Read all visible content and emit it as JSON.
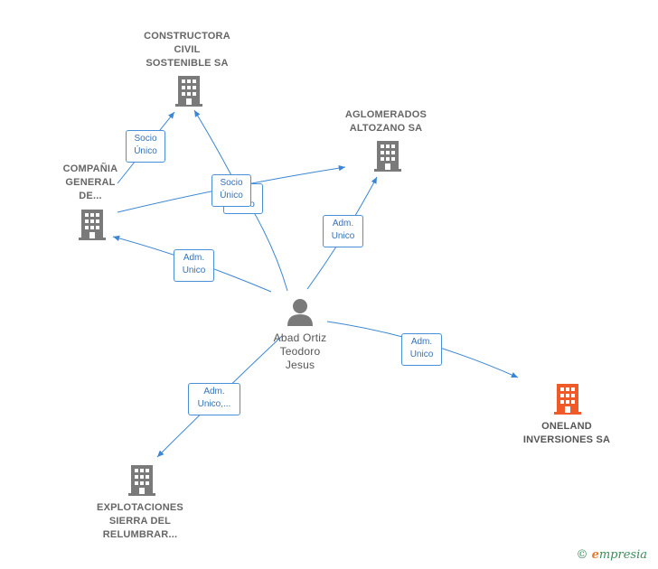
{
  "nodes": {
    "constructora": {
      "label": "CONSTRUCTORA\nCIVIL\nSOSTENIBLE SA"
    },
    "aglomerados": {
      "label": "AGLOMERADOS\nALTOZANO SA"
    },
    "compania": {
      "label": "COMPAÑIA\nGENERAL\nDE..."
    },
    "person": {
      "label": "Abad Ortiz\nTeodoro\nJesus"
    },
    "oneland": {
      "label": "ONELAND\nINVERSIONES SA"
    },
    "explotaciones": {
      "label": "EXPLOTACIONES\nSIERRA DEL\nRELUMBRAR..."
    }
  },
  "edges": {
    "socio_unico_1": "Socio\nÚnico",
    "socio_unico_2": "Socio\nÚnico",
    "adm_unico_hidden": "Unico",
    "adm_unico_aglomerados": "Adm.\nUnico",
    "adm_unico_compania": "Adm.\nUnico",
    "adm_unico_oneland": "Adm.\nUnico",
    "adm_unico_explotaciones": "Adm.\nUnico,..."
  },
  "colors": {
    "edge": "#3a86d4",
    "building": "#7a7a7a",
    "building_highlight": "#f05a28",
    "person": "#7a7a7a"
  },
  "watermark": {
    "copyright": "©",
    "brand": "mpresia",
    "brand_initial": "e"
  }
}
